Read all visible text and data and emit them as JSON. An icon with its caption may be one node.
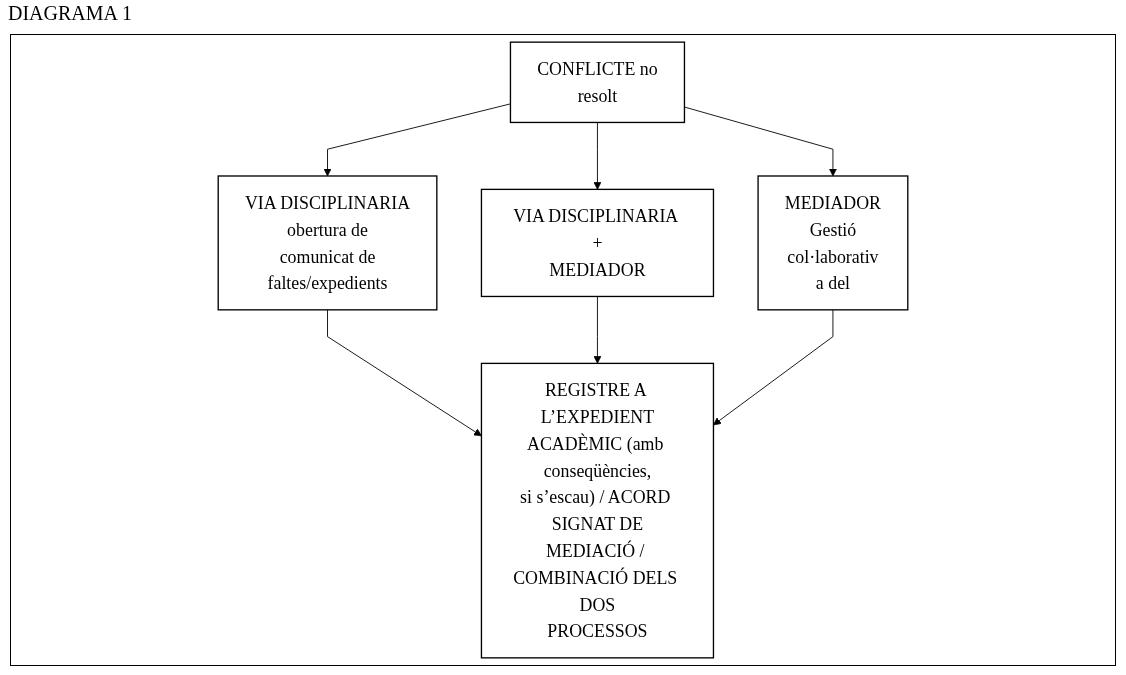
{
  "diagram": {
    "title": "DIAGRAMA 1",
    "nodes": [
      {
        "text": [
          "CONFLICTE no resolt"
        ]
      },
      {
        "text": [
          "VIA DISCIPLINARIA obertura de comunicat de faltes/expedients"
        ]
      },
      {
        "text": [
          "VIA DISCIPLINARIA + MEDIADOR"
        ]
      },
      {
        "text": [
          "MEDIADOR Gestió col·laborativ a del"
        ]
      },
      {
        "text": [
          "REGISTRE A L’EXPEDIENT ACADÈMIC (amb conseqüències, si s’escau) / ACORD SIGNAT DE MEDIACIÓ / COMBINACIÓ DELS DOS PROCESSOS"
        ]
      }
    ],
    "edges": [
      {
        "from": 0,
        "to": 1,
        "arrow": "to"
      },
      {
        "from": 0,
        "to": 2,
        "arrow": "to"
      },
      {
        "from": 0,
        "to": 3,
        "arrow": "to"
      },
      {
        "from": 1,
        "to": 4,
        "arrow": "to"
      },
      {
        "from": 2,
        "to": 4,
        "arrow": "to"
      },
      {
        "from": 3,
        "to": 4,
        "arrow": "to"
      }
    ]
  }
}
